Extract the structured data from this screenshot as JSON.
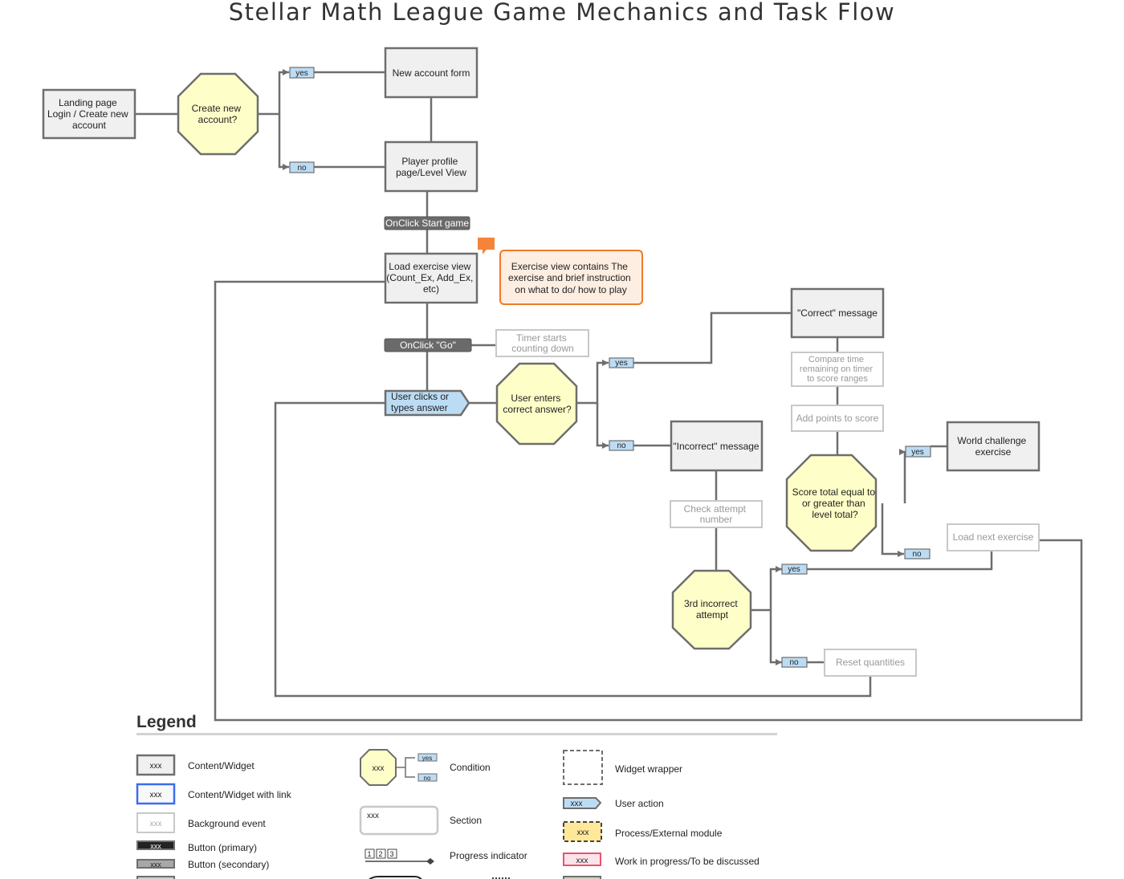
{
  "title": "Stellar Math League Game Mechanics and Task Flow",
  "colors": {
    "box_fill": "#f0f0f0",
    "box_stroke": "#6e6e6e",
    "condition_fill": "#fefec8",
    "user_action_fill": "#bcdcf4",
    "note_fill": "#fdeee1",
    "note_stroke": "#f07a2a",
    "comment_icon": "#f5843a",
    "button_primary": "#222222",
    "button_secondary": "#6a6a6a",
    "background_event_stroke": "#c8c8c8"
  },
  "nodes": {
    "landing": [
      "Landing page",
      "Login / Create new",
      "account"
    ],
    "create_account": [
      "Create new",
      "account?"
    ],
    "new_account_form": [
      "New account form"
    ],
    "player_profile": [
      "Player profile",
      "page/Level View"
    ],
    "start_game": "OnClick Start game",
    "load_exercise": [
      "Load exercise view",
      "(Count_Ex, Add_Ex,",
      "etc)"
    ],
    "note": [
      "Exercise view contains The",
      "exercise and brief instruction",
      "on what to do/ how to play"
    ],
    "go": "OnClick \"Go\"",
    "timer": [
      "Timer starts",
      "counting down"
    ],
    "user_clicks": [
      "User clicks or",
      "types answer"
    ],
    "correct_q": [
      "User enters",
      "correct answer?"
    ],
    "correct_msg": [
      "\"Correct\" message"
    ],
    "incorrect_msg": [
      "\"Incorrect\" message"
    ],
    "compare_time": [
      "Compare time",
      "remaining on timer",
      "to score ranges"
    ],
    "add_points": [
      "Add points to score"
    ],
    "score_q": [
      "Score total equal to",
      "or greater than",
      "level total?"
    ],
    "world_challenge": [
      "World challenge",
      "exercise"
    ],
    "load_next": [
      "Load next exercise"
    ],
    "check_attempt": [
      "Check attempt",
      "number"
    ],
    "third_q": [
      "3rd incorrect",
      "attempt"
    ],
    "reset": [
      "Reset quantities"
    ]
  },
  "labels": {
    "yes": "yes",
    "no": "no"
  },
  "legend": {
    "heading": "Legend",
    "placeholder": "xxx",
    "items": {
      "content_widget": "Content/Widget",
      "content_link": "Content/Widget with link",
      "background_event": "Background event",
      "button_primary": "Button (primary)",
      "button_secondary": "Button (secondary)",
      "condition": "Condition",
      "section": "Section",
      "progress": "Progress indicator",
      "progress_steps": [
        "1",
        "2",
        "3"
      ],
      "widget_wrapper": "Widget wrapper",
      "user_action": "User action",
      "process": "Process/External module",
      "wip": "Work in progress/To be discussed"
    }
  }
}
